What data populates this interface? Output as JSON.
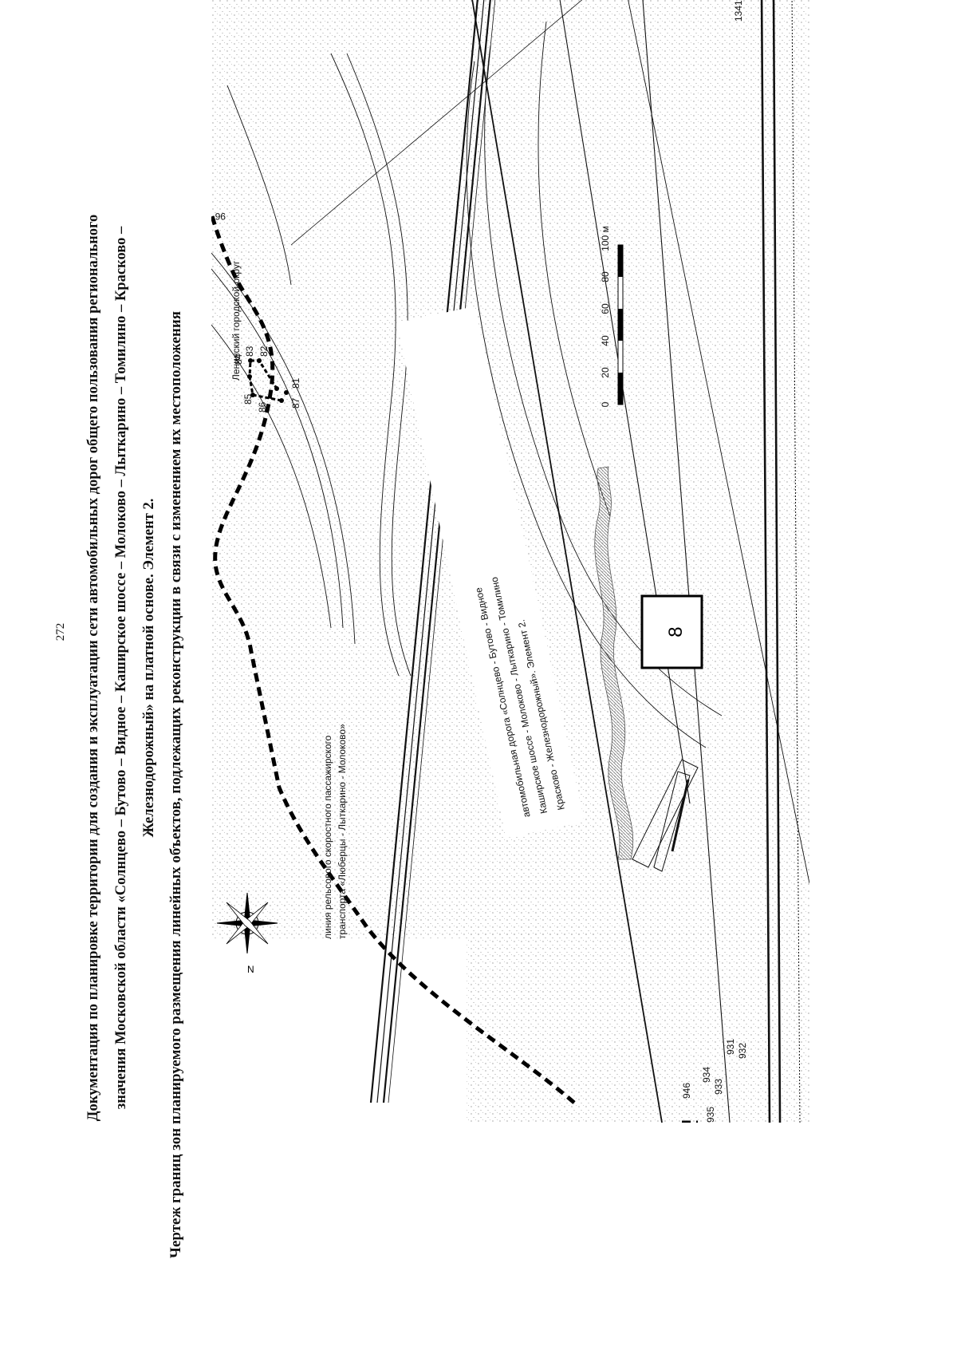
{
  "page_number": "272",
  "document_title": {
    "line1": "Документация по планировке территории для создания и эксплуатации сети автомобильных дорог общего пользования регионального",
    "line2": "значения Московской области «Солнцево – Бутово – Видное – Каширское шоссе – Молоково – Лыткарино – Томилино – Красково –",
    "line3": "Железнодорожный» на платной основе. Элемент 2."
  },
  "drawing_title": "Чертеж границ зон планируемого размещения линейных объектов, подлежащих реконструкции в связи с изменением их местоположения",
  "map": {
    "district_label": "Ленинский городской округ",
    "rail_label": {
      "line1": "линия рельсового скоростного пассажирского",
      "line2": "транспорта «Люберцы - Лыткарино - Молоково»"
    },
    "road_label": {
      "line1": "автомобильная   дорога  «Солнцево  -  Бутово  -  Видное",
      "line2": "Каширское   шоссе  -  Молоково  -  Лыткарино  -  Томилино",
      "line3": "Красково - Железнодорожный». Элемент 2."
    },
    "sheet_number": "8",
    "north_label": "N",
    "scale_bar": {
      "ticks": [
        "0",
        "20",
        "40",
        "60",
        "80",
        "100 м"
      ]
    },
    "point_labels": [
      "96",
      "85",
      "84",
      "83",
      "82",
      "86",
      "87",
      "81",
      "946",
      "935",
      "934",
      "933",
      "931",
      "932",
      "1341"
    ],
    "colors": {
      "ink": "#111111",
      "paper": "#ffffff",
      "hatch": "#888888"
    }
  }
}
